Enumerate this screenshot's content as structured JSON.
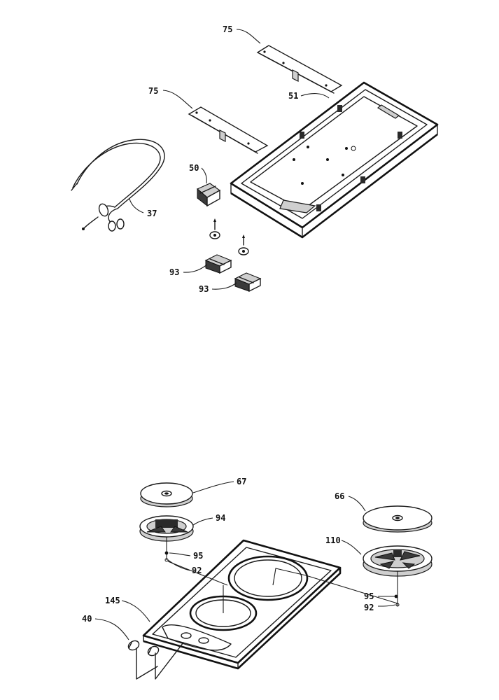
{
  "callouts": {
    "c75a": "75",
    "c75b": "75",
    "c51": "51",
    "c50": "50",
    "c37": "37",
    "c93a": "93",
    "c93b": "93",
    "c67": "67",
    "c94": "94",
    "c95a": "95",
    "c92a": "92",
    "c66": "66",
    "c110": "110",
    "c145": "145",
    "c40": "40",
    "c95b": "95",
    "c92b": "92"
  }
}
